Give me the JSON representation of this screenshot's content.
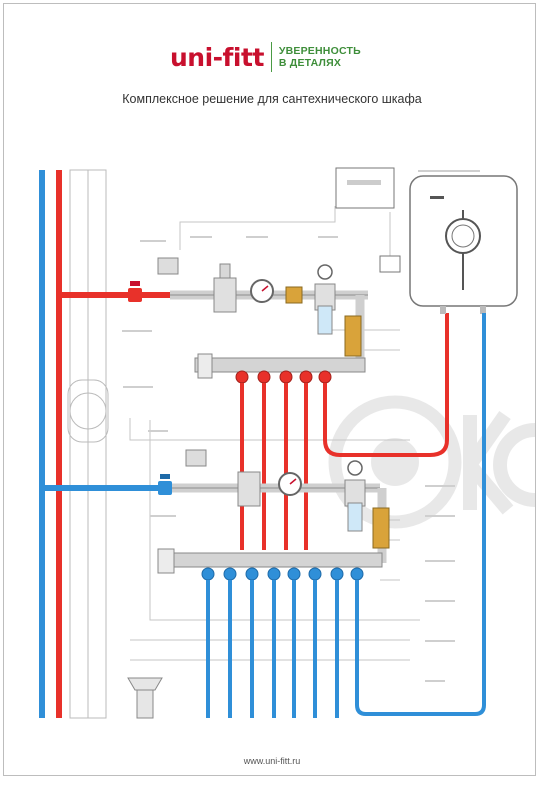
{
  "brand": {
    "logo_text": "uni-fitt",
    "tagline_line1": "УВЕРЕННОСТЬ",
    "tagline_line2": "В ДЕТАЛЯХ"
  },
  "title": "Комплексное решение для сантехнического шкафа",
  "footer_url": "www.uni-fitt.ru",
  "colors": {
    "hot": "#e8312a",
    "cold": "#2f8fd8",
    "brand_red": "#c8102e",
    "brand_green": "#3e8e3a",
    "outline": "#9a9a9a"
  }
}
